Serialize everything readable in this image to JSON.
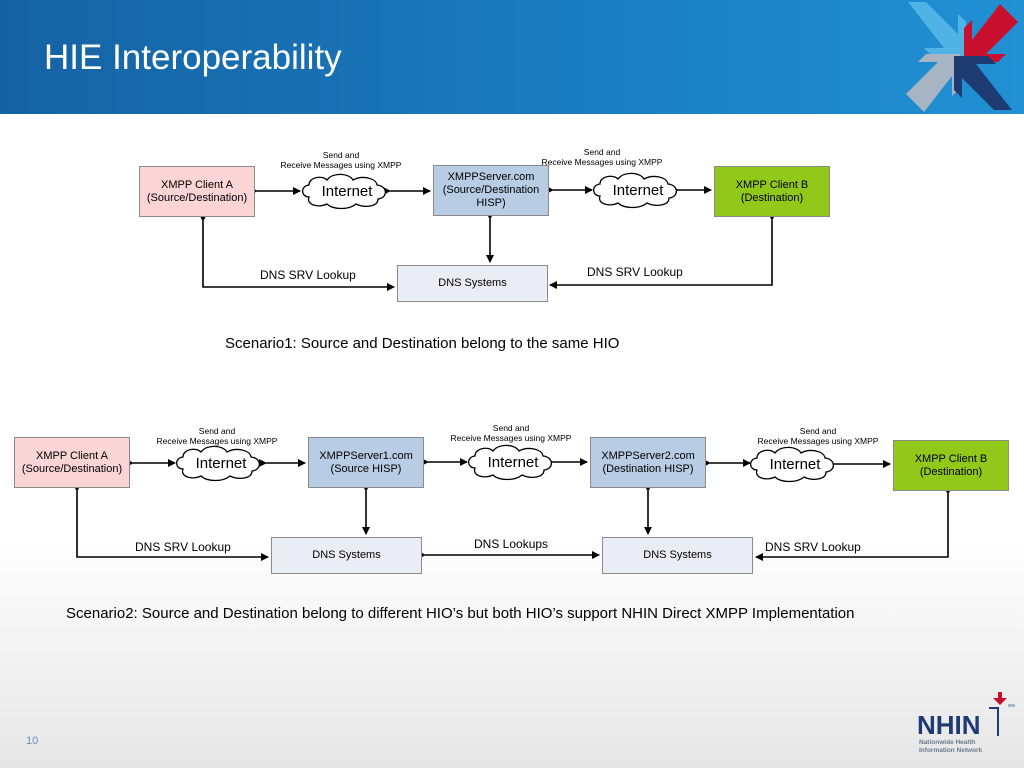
{
  "slide": {
    "title": "HIE Interoperability",
    "page_number": "10"
  },
  "scenario1": {
    "client_a": "XMPP Client A\n(Source/Destination)",
    "server": "XMPPServer.com\n(Source/Destination\nHISP)",
    "client_b": "XMPP Client B\n(Destination)",
    "dns": "DNS Systems",
    "cloud_1": "Internet",
    "cloud_2": "Internet",
    "send_1": "Send and\nReceive Messages using XMPP",
    "send_2": "Send and\nReceive Messages using XMPP",
    "dns_lookup_left": "DNS SRV Lookup",
    "dns_lookup_right": "DNS SRV Lookup",
    "caption": "Scenario1: Source and Destination belong to the same HIO"
  },
  "scenario2": {
    "client_a": "XMPP Client A\n(Source/Destination)",
    "server1": "XMPPServer1.com\n(Source HISP)",
    "server2": "XMPPServer2.com\n(Destination HISP)",
    "client_b": "XMPP Client B\n(Destination)",
    "dns_1": "DNS Systems",
    "dns_2": "DNS Systems",
    "cloud_1": "Internet",
    "cloud_2": "Internet",
    "cloud_3": "Internet",
    "send_1": "Send and\nReceive Messages using XMPP",
    "send_2": "Send and\nReceive Messages using XMPP",
    "send_3": "Send and\nReceive Messages using XMPP",
    "dns_lookup_left": "DNS SRV Lookup",
    "dns_lookups_middle": "DNS Lookups",
    "dns_lookup_right": "DNS SRV Lookup",
    "caption": "Scenario2: Source and Destination belong to different HIO’s but both HIO’s support NHIN Direct XMPP Implementation"
  },
  "logo": {
    "name": "NHIN",
    "tagline_1": "Nationwide Health",
    "tagline_2": "Information Network"
  },
  "colors": {
    "header_blue": "#1a7ec2",
    "client_a_fill": "#fbd5d5",
    "server_fill": "#b8cce4",
    "client_b_fill": "#92c819",
    "dns_fill": "#eaedf6",
    "logo_navy": "#1f3b73",
    "logo_red": "#c8102e"
  }
}
